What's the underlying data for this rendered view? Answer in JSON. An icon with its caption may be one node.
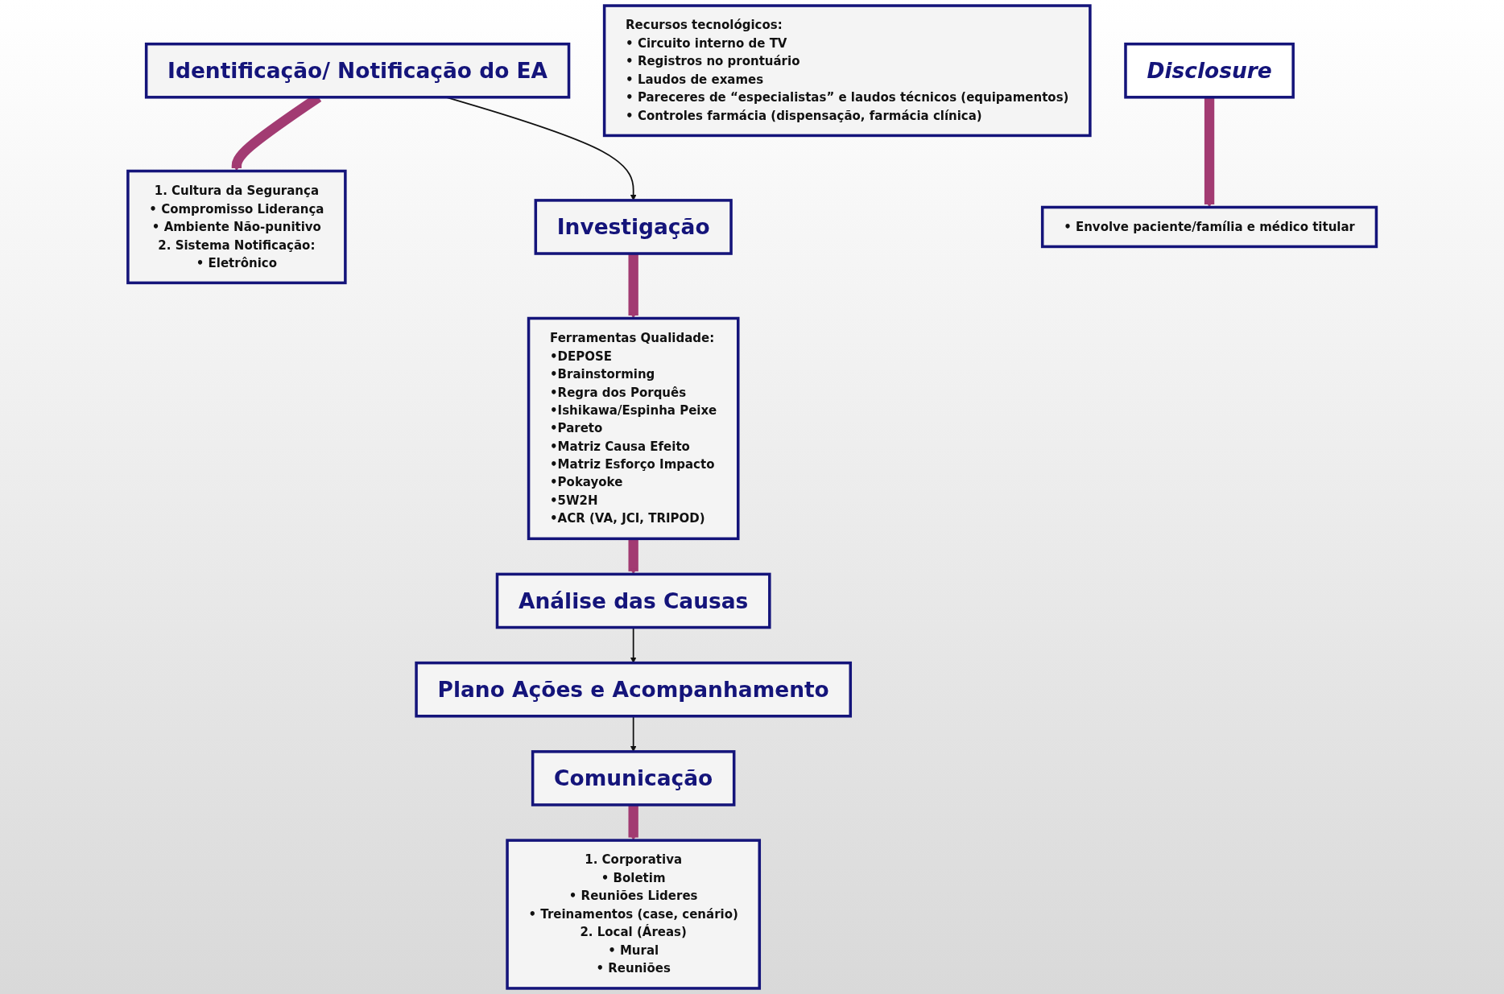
{
  "diagram": {
    "nodes": [
      {
        "text": [
          "Identificação/ Notificação do EA"
        ]
      },
      {
        "text": [
          "1. Cultura da Segurança",
          "• Compromisso Liderança",
          "• Ambiente Não-punitivo",
          "2. Sistema Notificação:",
          "• Eletrônico"
        ]
      },
      {
        "text": [
          "Investigação"
        ]
      },
      {
        "text": [
          "Ferramentas Qualidade:",
          "•DEPOSE",
          "•Brainstorming",
          "•Regra dos Porquês",
          "•Ishikawa/Espinha Peixe",
          "•Pareto",
          "•Matriz Causa Efeito",
          "•Matriz Esforço Impacto",
          "•Pokayoke",
          "•5W2H",
          "•ACR (VA, JCI, TRIPOD)"
        ]
      },
      {
        "text": [
          "Recursos tecnológicos:",
          "• Circuito interno de TV",
          "• Registros no prontuário",
          "• Laudos de exames",
          "• Pareceres de “especialistas” e laudos técnicos (equipamentos)",
          "• Controles farmácia (dispensação, farmácia clínica)"
        ]
      },
      {
        "text": [
          "Análise das Causas"
        ]
      },
      {
        "text": [
          "Plano Ações e Acompanhamento"
        ]
      },
      {
        "text": [
          "Comunicação"
        ]
      },
      {
        "text": [
          "1. Corporativa",
          "• Boletim",
          "• Reuniões Lideres",
          "• Treinamentos (case, cenário)",
          "2. Local (Áreas)",
          "• Mural",
          "• Reuniões"
        ]
      },
      {
        "text": [
          "Disclosure"
        ]
      },
      {
        "text": [
          "• Envolve paciente/família e médico titular"
        ]
      }
    ],
    "edges": [
      {
        "from": 0,
        "to": 1,
        "arrow": "to"
      },
      {
        "from": 0,
        "to": 2,
        "arrow": "to",
        "color": "#111111"
      },
      {
        "from": 2,
        "to": 3,
        "arrow": "to"
      },
      {
        "from": 3,
        "to": 5,
        "arrow": "to"
      },
      {
        "from": 5,
        "to": 6,
        "arrow": "to",
        "color": "#111111"
      },
      {
        "from": 6,
        "to": 7,
        "arrow": "to",
        "color": "#111111"
      },
      {
        "from": 7,
        "to": 8,
        "arrow": "to"
      },
      {
        "from": 9,
        "to": 10,
        "arrow": "to"
      }
    ]
  }
}
